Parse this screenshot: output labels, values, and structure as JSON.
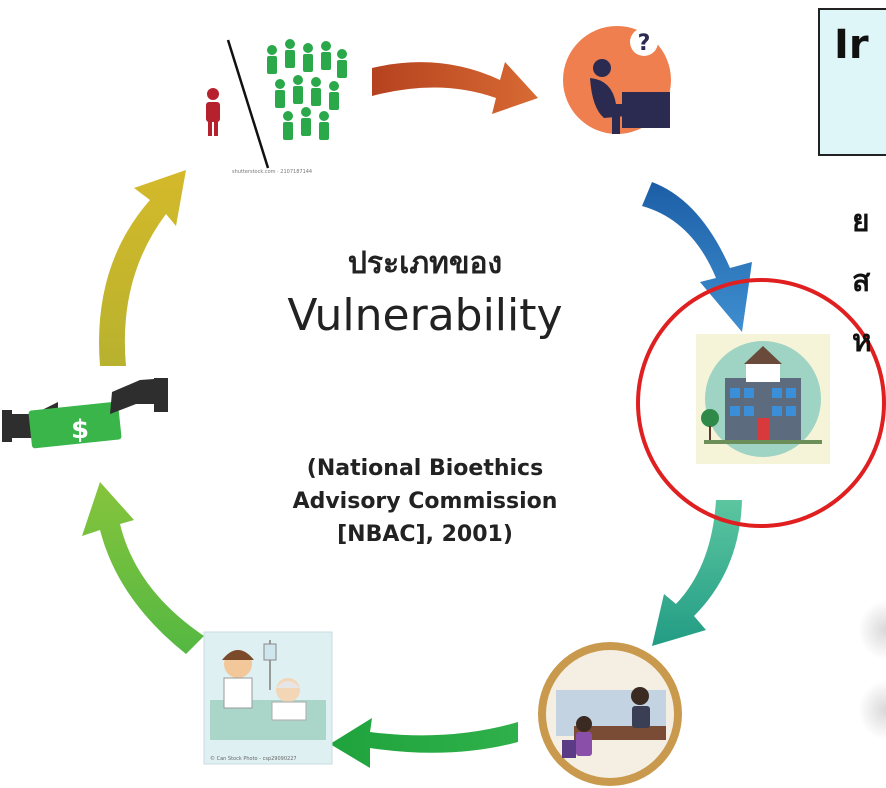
{
  "diagram": {
    "title_thai": "ประเภทของ",
    "title_english": "Vulnerability",
    "source_lines": [
      "(National Bioethics",
      "Advisory Commission",
      "[NBAC], 2001)"
    ]
  },
  "right_panel": {
    "heading_fragment": "Ir",
    "line_fragments": [
      "ย",
      "ส",
      "ห"
    ]
  },
  "image_captions": {
    "crowd": "shutterstock.com · 2107187144",
    "patient": "© Can Stock Photo - csp29090227"
  },
  "colors": {
    "arrow_orange": "#c9552a",
    "arrow_blue": "#2f79b9",
    "arrow_teal": "#3aa88e",
    "arrow_green": "#3db84a",
    "arrow_lightgreen": "#6cbf3e",
    "arrow_olive": "#c7b52c",
    "highlight_circle": "#e02020"
  }
}
